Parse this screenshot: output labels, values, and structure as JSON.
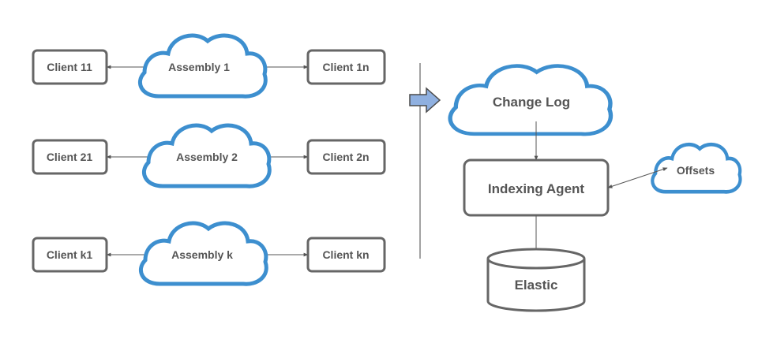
{
  "clients": {
    "c11": "Client 11",
    "c1n": "Client 1n",
    "c21": "Client 21",
    "c2n": "Client 2n",
    "ck1": "Client k1",
    "ckn": "Client kn"
  },
  "assemblies": {
    "a1": "Assembly 1",
    "a2": "Assembly 2",
    "ak": "Assembly k"
  },
  "pipeline": {
    "change_log": "Change Log",
    "indexing_agent": "Indexing Agent",
    "offsets": "Offsets",
    "elastic": "Elastic"
  },
  "colors": {
    "cloud_stroke": "#3d8fcf",
    "box_stroke": "#666666",
    "arrow_fill": "#8fb0e0",
    "text": "#555555"
  }
}
